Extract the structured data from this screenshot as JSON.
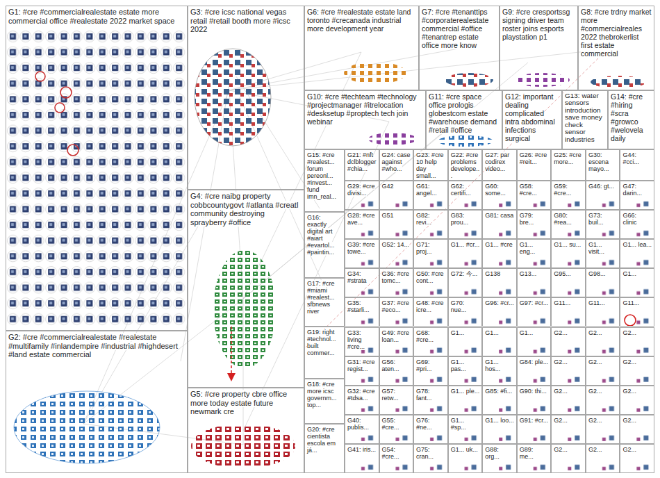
{
  "diagram": {
    "nodes": [
      {
        "text": [
          "G1: #cre #commercialrealestate estate more commercial office #realestate 2022 market space"
        ]
      },
      {
        "text": [
          "G2: #cre #commercialrealestate #realestate #multifamily #inlandempire #industrial #highdesert #land estate commercial"
        ]
      },
      {
        "text": [
          "G3: #cre icsc national vegas retail #retail booth more #icsc 2022"
        ]
      },
      {
        "text": [
          "G4: #cre naibg property cobbcountygovt #atlanta #creatl community destroying sprayberry #office"
        ]
      },
      {
        "text": [
          "G5: #cre property cbre office more today estate future newmark cre"
        ]
      },
      {
        "text": [
          "G6: #cre #realestate estate land toronto #crecanada industrial more development year"
        ]
      },
      {
        "text": [
          "G7: #cre #tenanttips #corporaterealestate commercial #office #tenantrep estate office more know"
        ]
      },
      {
        "text": [
          "G9: #cre cresportssg signing driver team roster joins esports playstation p1"
        ]
      },
      {
        "text": [
          "G8: #cre trdny market more #commercialreales 2022 thebrokerlist first estate commercial"
        ]
      },
      {
        "text": [
          "G10: #cre #techteam #technology #projectmanager #itrelocation #desksetup #proptech tech join webinar"
        ]
      },
      {
        "text": [
          "G11: #cre space office prologis globestcom estate #warehouse demand #retail #office"
        ]
      },
      {
        "text": [
          "G12: important dealing complicated intra abdominal infections surgical"
        ]
      },
      {
        "text": [
          "G13: water sensors introduction save money check sensor industries"
        ]
      },
      {
        "text": [
          "G14: #cre #hiring #scra #growco #welovela daily"
        ]
      },
      {
        "text": [
          "G15: #cre #realest... forum pereonl... #invest... fund imn_real..."
        ]
      },
      {
        "text": [
          "G16: exactly digital art #aiart #evartol... #paintin..."
        ]
      },
      {
        "text": [
          "G17: #cre #miami #realest... sfbnews river"
        ]
      },
      {
        "text": [
          "G19: right #technol... built commer..."
        ]
      },
      {
        "text": [
          "G18: #cre more icsc governm... top..."
        ]
      },
      {
        "text": [
          "G20: #cre cientista escola em já..."
        ]
      },
      {
        "text": [
          "G21: #nft dclblogger #chia..."
        ]
      },
      {
        "text": [
          "G24: case against #who..."
        ]
      },
      {
        "text": [
          "G23: #cre 10 help day small..."
        ]
      },
      {
        "text": [
          "G22: #cre problems develope..."
        ]
      },
      {
        "text": [
          "G27: par codirex video..."
        ]
      },
      {
        "text": [
          "G26: #cre #reit..."
        ]
      },
      {
        "text": [
          "G25: #cre more..."
        ]
      },
      {
        "text": [
          "G30: escena mayo..."
        ]
      },
      {
        "text": [
          "G44: #cci..."
        ]
      },
      {
        "text": [
          "G29: #cre divisi..."
        ]
      },
      {
        "text": [
          "G42"
        ]
      },
      {
        "text": [
          "G61: angel..."
        ]
      },
      {
        "text": [
          "G62: certifi..."
        ]
      },
      {
        "text": [
          "G60: some..."
        ]
      },
      {
        "text": [
          "G58: #cre..."
        ]
      },
      {
        "text": [
          "G59: #cre..."
        ]
      },
      {
        "text": [
          "G46: gt..."
        ]
      },
      {
        "text": [
          "G47: darin..."
        ]
      },
      {
        "text": [
          "G28: #cre ave..."
        ]
      },
      {
        "text": [
          "G51"
        ]
      },
      {
        "text": [
          "G82: revi..."
        ]
      },
      {
        "text": [
          "G83: prou..."
        ]
      },
      {
        "text": [
          "G81: casa"
        ]
      },
      {
        "text": [
          "G79: bre..."
        ]
      },
      {
        "text": [
          "G80: #rea..."
        ]
      },
      {
        "text": [
          "G73: buil..."
        ]
      },
      {
        "text": [
          "G66: clinic"
        ]
      },
      {
        "text": [
          "G39: #cre towe..."
        ]
      },
      {
        "text": [
          "G52: 14..."
        ]
      },
      {
        "text": [
          "G71: proj..."
        ]
      },
      {
        "text": [
          "G1... #cr..."
        ]
      },
      {
        "text": [
          "G1... #cre"
        ]
      },
      {
        "text": [
          "G1... eng..."
        ]
      },
      {
        "text": [
          "G1... su..."
        ]
      },
      {
        "text": [
          "G1... visit..."
        ]
      },
      {
        "text": [
          "G1... lea..."
        ]
      },
      {
        "text": [
          "G34: #strata"
        ]
      },
      {
        "text": [
          "G36: #cre tomc..."
        ]
      },
      {
        "text": [
          "G50: #cre cont..."
        ]
      },
      {
        "text": [
          "G72: 今..."
        ]
      },
      {
        "text": [
          "G138"
        ]
      },
      {
        "text": [
          "G13..."
        ]
      },
      {
        "text": [
          "G95..."
        ]
      },
      {
        "text": [
          "G98..."
        ]
      },
      {
        "text": [
          "G1..."
        ]
      },
      {
        "text": [
          "G35: #starli..."
        ]
      },
      {
        "text": [
          "G37: #cre #eco..."
        ]
      },
      {
        "text": [
          "G48: #cre icre..."
        ]
      },
      {
        "text": [
          "G70: nue..."
        ]
      },
      {
        "text": [
          "G96: #cr..."
        ]
      },
      {
        "text": [
          "G97: #cr..."
        ]
      },
      {
        "text": [
          "G11..."
        ]
      },
      {
        "text": [
          "G11..."
        ]
      },
      {
        "text": [
          "G11..."
        ]
      },
      {
        "text": [
          "G33: living #cre..."
        ]
      },
      {
        "text": [
          "G49: #cre loan..."
        ]
      },
      {
        "text": [
          "G68: #cre..."
        ]
      },
      {
        "text": [
          "G1..."
        ]
      },
      {
        "text": [
          "G1..."
        ]
      },
      {
        "text": [
          "G1..."
        ]
      },
      {
        "text": [
          "G2..."
        ]
      },
      {
        "text": [
          "G2..."
        ]
      },
      {
        "text": [
          "G2..."
        ]
      },
      {
        "text": [
          "G31: #cre regist..."
        ]
      },
      {
        "text": [
          "G56: aten..."
        ]
      },
      {
        "text": [
          "G69: #pri..."
        ]
      },
      {
        "text": [
          "G1... pas..."
        ]
      },
      {
        "text": [
          "G1... hos..."
        ]
      },
      {
        "text": [
          "G84: ple..."
        ]
      },
      {
        "text": [
          "G2..."
        ]
      },
      {
        "text": [
          "G2..."
        ]
      },
      {
        "text": [
          "G2..."
        ]
      },
      {
        "text": [
          "G32: #cre #tdsa..."
        ]
      },
      {
        "text": [
          "G57: retw..."
        ]
      },
      {
        "text": [
          "G78: fant..."
        ]
      },
      {
        "text": [
          "G1... ple..."
        ]
      },
      {
        "text": [
          "G85: #fi..."
        ]
      },
      {
        "text": [
          "G90: thi..."
        ]
      },
      {
        "text": [
          "G2..."
        ]
      },
      {
        "text": [
          "G2..."
        ]
      },
      {
        "text": [
          "G2..."
        ]
      },
      {
        "text": [
          "G40: publis..."
        ]
      },
      {
        "text": [
          "G55: #cre..."
        ]
      },
      {
        "text": [
          "G76: #ne..."
        ]
      },
      {
        "text": [
          "G1... #sp..."
        ]
      },
      {
        "text": [
          "G1... loo..."
        ]
      },
      {
        "text": [
          "G91: #cr..."
        ]
      },
      {
        "text": [
          "G2..."
        ]
      },
      {
        "text": [
          "G2..."
        ]
      },
      {
        "text": [
          "G2..."
        ]
      },
      {
        "text": [
          "G41: iris..."
        ]
      },
      {
        "text": [
          "G54: #cre..."
        ]
      },
      {
        "text": [
          "G75: cran..."
        ]
      },
      {
        "text": [
          "G1... uk..."
        ]
      },
      {
        "text": [
          "G88: org..."
        ]
      },
      {
        "text": [
          "G89: me..."
        ]
      },
      {
        "text": [
          "G2..."
        ]
      },
      {
        "text": [
          "G2..."
        ]
      },
      {
        "text": [
          "G2..."
        ]
      }
    ]
  }
}
